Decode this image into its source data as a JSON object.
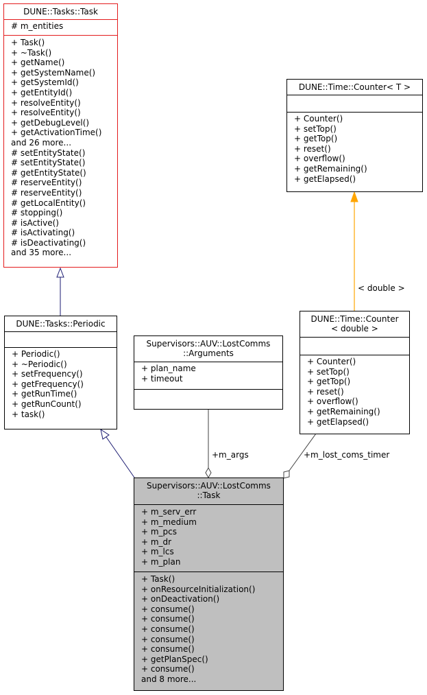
{
  "nodes": {
    "task_base": {
      "title": "DUNE::Tasks::Task",
      "attributes": [
        "# m_entities"
      ],
      "methods": [
        "+ Task()",
        "+ ~Task()",
        "+ getName()",
        "+ getSystemName()",
        "+ getSystemId()",
        "+ getEntityId()",
        "+ resolveEntity()",
        "+ resolveEntity()",
        "+ getDebugLevel()",
        "+ getActivationTime()",
        "and 26 more...",
        "# setEntityState()",
        "# setEntityState()",
        "# getEntityState()",
        "# reserveEntity()",
        "# reserveEntity()",
        "# getLocalEntity()",
        "# stopping()",
        "# isActive()",
        "# isActivating()",
        "# isDeactivating()",
        "and 35 more..."
      ]
    },
    "periodic": {
      "title": "DUNE::Tasks::Periodic",
      "attributes": [],
      "methods": [
        "+ Periodic()",
        "+ ~Periodic()",
        "+ setFrequency()",
        "+ getFrequency()",
        "+ getRunTime()",
        "+ getRunCount()",
        "+ task()"
      ]
    },
    "arguments": {
      "title_lines": [
        "Supervisors::AUV::LostComms",
        "::Arguments"
      ],
      "attributes": [
        "+ plan_name",
        "+ timeout"
      ],
      "methods": []
    },
    "counter_t": {
      "title": "DUNE::Time::Counter< T >",
      "attributes": [],
      "methods": [
        "+ Counter()",
        "+ setTop()",
        "+ getTop()",
        "+ reset()",
        "+ overflow()",
        "+ getRemaining()",
        "+ getElapsed()"
      ]
    },
    "counter_double": {
      "title_lines": [
        "DUNE::Time::Counter",
        "< double >"
      ],
      "attributes": [],
      "methods": [
        "+ Counter()",
        "+ setTop()",
        "+ getTop()",
        "+ reset()",
        "+ overflow()",
        "+ getRemaining()",
        "+ getElapsed()"
      ]
    },
    "lostcomms_task": {
      "title_lines": [
        "Supervisors::AUV::LostComms",
        "::Task"
      ],
      "attributes": [
        "+ m_serv_err",
        "+ m_medium",
        "+ m_pcs",
        "+ m_dr",
        "+ m_lcs",
        "+ m_plan"
      ],
      "methods": [
        "+ Task()",
        "+ onResourceInitialization()",
        "+ onDeactivation()",
        "+ consume()",
        "+ consume()",
        "+ consume()",
        "+ consume()",
        "+ consume()",
        "+ getPlanSpec()",
        "+ consume()",
        "and 8 more..."
      ]
    }
  },
  "edge_labels": {
    "template_arg": "< double >",
    "m_args": "+m_args",
    "m_lost_coms_timer": "+m_lost_coms_timer"
  },
  "colors": {
    "inheritance": "#191970",
    "template": "#ffa500",
    "composition": "#404040",
    "red_border": "#e31a1c",
    "highlight_fill": "#bfbfbf"
  }
}
